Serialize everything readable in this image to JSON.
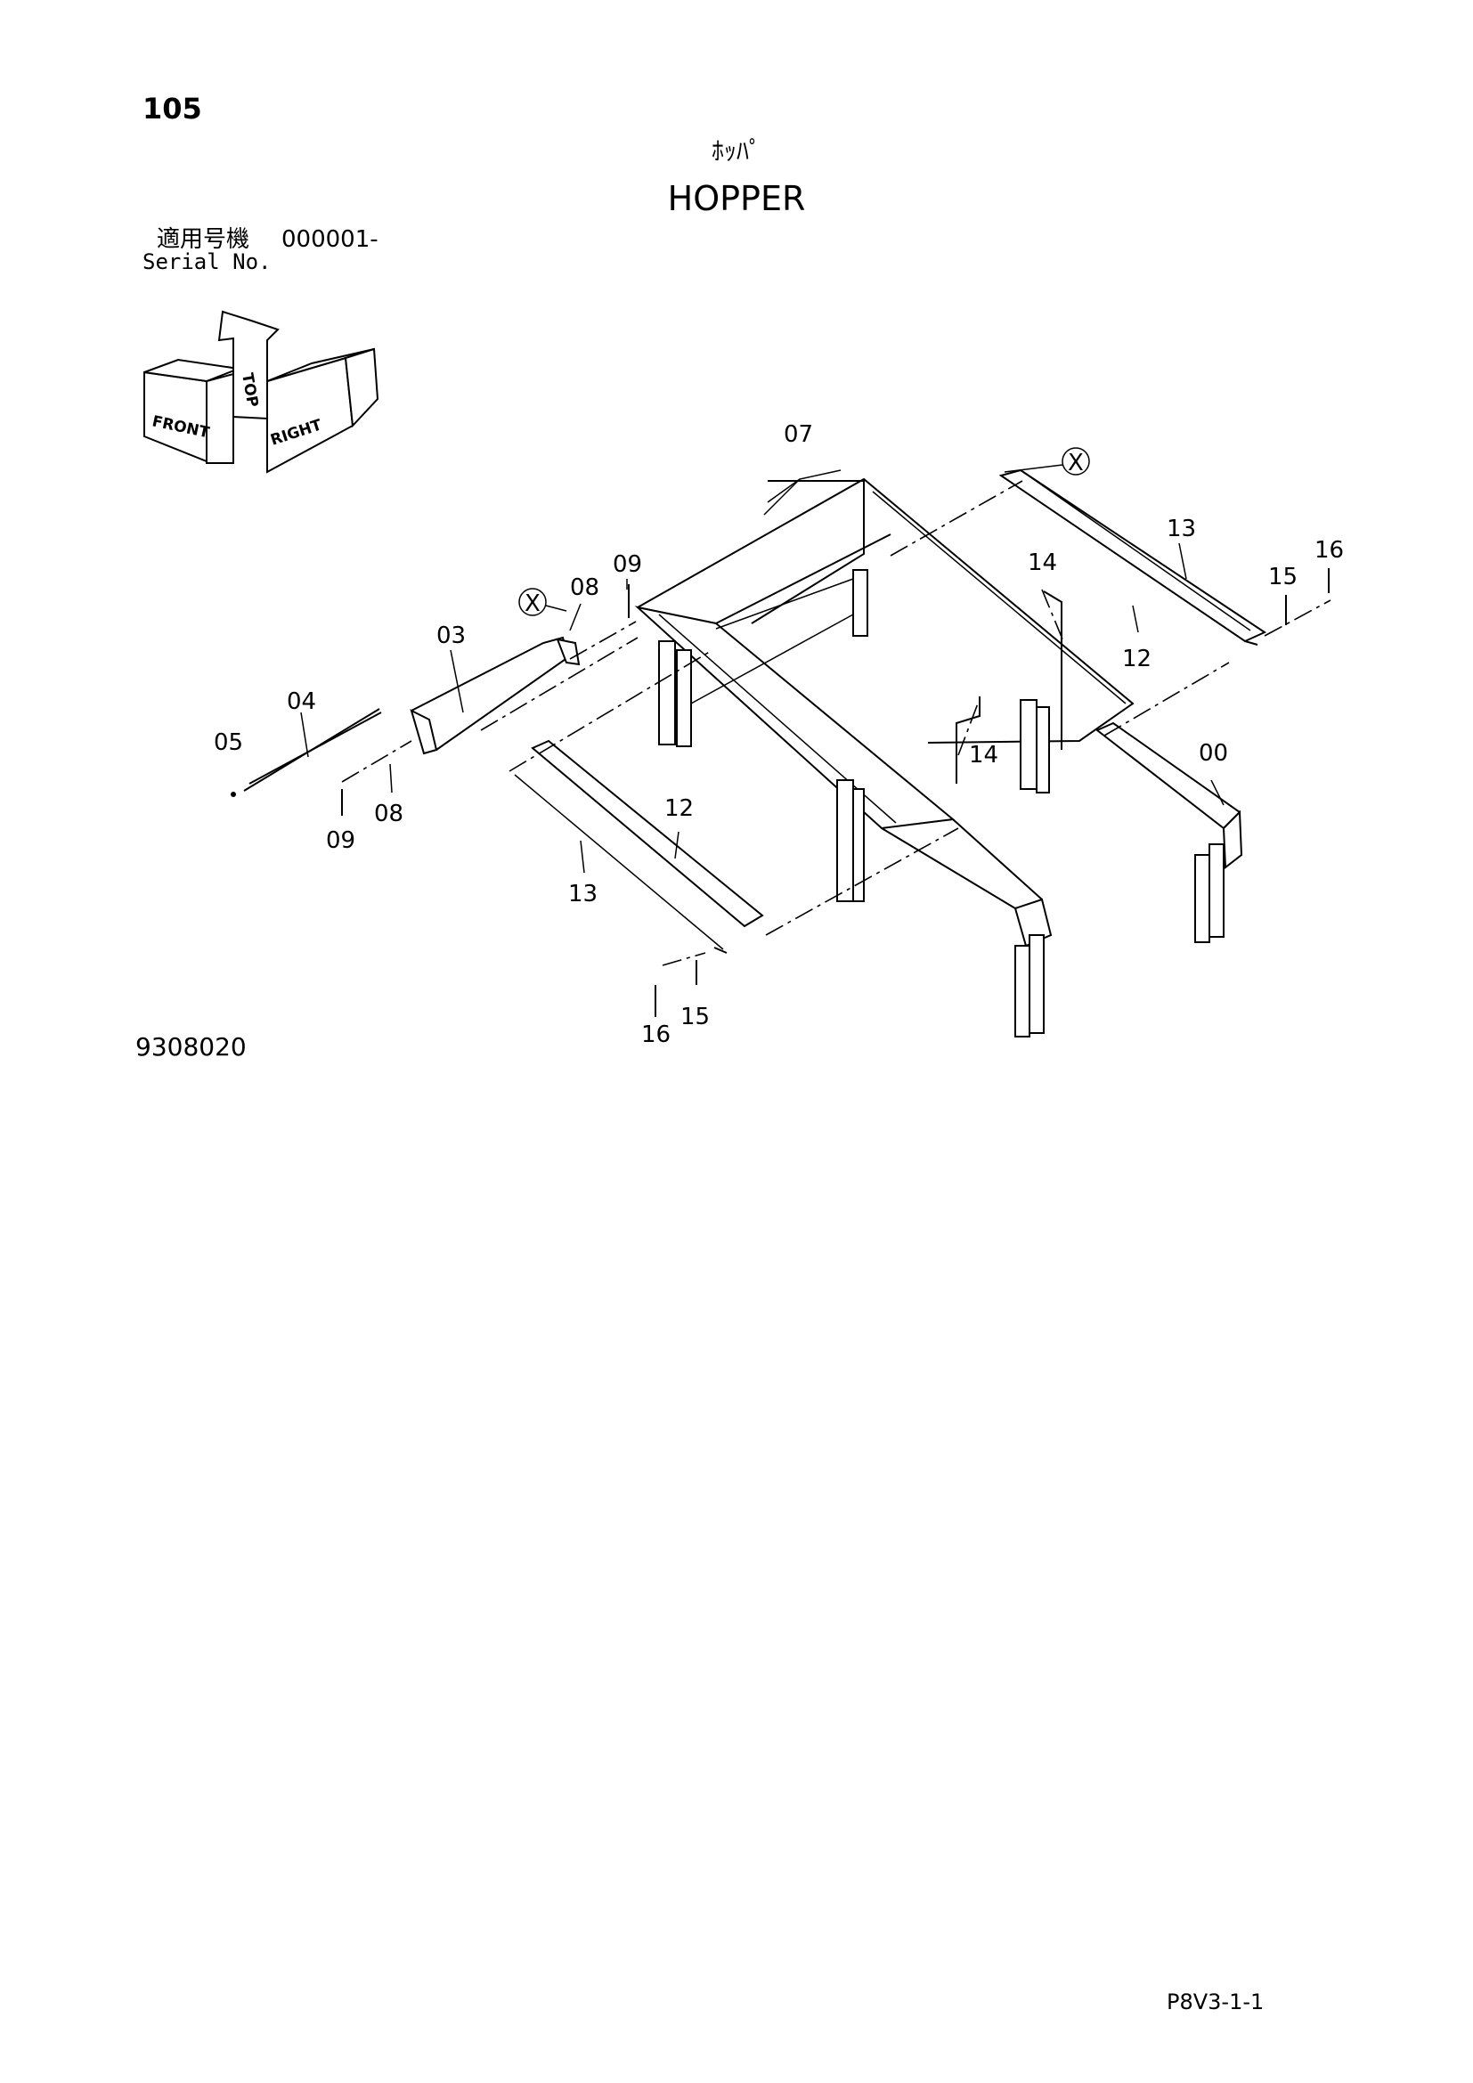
{
  "header": {
    "page_number": "105",
    "title_jp": "ﾎｯﾊﾟ",
    "title_en": "HOPPER",
    "serial_jp_label": "適用号機",
    "serial_value": "000001-",
    "serial_en_label": "Serial No."
  },
  "orientation": {
    "front": "FRONT",
    "right": "RIGHT",
    "top": "TOP"
  },
  "callouts": {
    "c00": "00",
    "c03": "03",
    "c04": "04",
    "c05": "05",
    "c07": "07",
    "c08a": "08",
    "c08b": "08",
    "c09a": "09",
    "c09b": "09",
    "c12a": "12",
    "c12b": "12",
    "c13a": "13",
    "c13b": "13",
    "c14a": "14",
    "c14b": "14",
    "c15a": "15",
    "c15b": "15",
    "c16a": "16",
    "c16b": "16",
    "x_marker_a": "X",
    "x_marker_b": "X"
  },
  "footer": {
    "figure_number": "9308020",
    "page_code": "P8V3-1-1"
  }
}
